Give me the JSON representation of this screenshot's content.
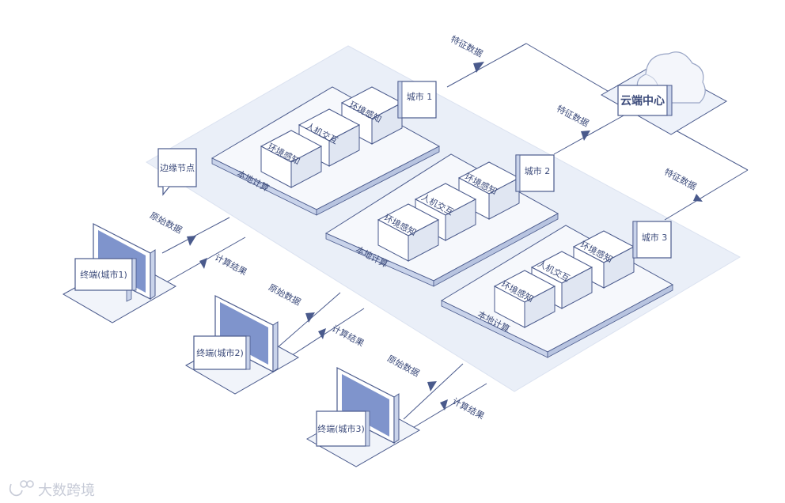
{
  "diagram": {
    "cloud": {
      "label": "云端中心"
    },
    "edge_node": {
      "label": "边缘节点"
    },
    "cities": [
      {
        "tag": "城市 1",
        "base": "本地计算",
        "modules": [
          "环境感知",
          "人机交互",
          "环境感知"
        ]
      },
      {
        "tag": "城市 2",
        "base": "本地计算",
        "modules": [
          "环境感知",
          "人机交互",
          "环境感知"
        ]
      },
      {
        "tag": "城市 3",
        "base": "本地计算",
        "modules": [
          "环境感知",
          "人机交互",
          "环境感知"
        ]
      }
    ],
    "terminals": [
      {
        "label": "终端(城市1)"
      },
      {
        "label": "终端(城市2)"
      },
      {
        "label": "终端(城市3)"
      }
    ],
    "flows": {
      "feature_data": "特征数据",
      "raw_data": "原始数据",
      "result": "计算结果"
    },
    "colors": {
      "line": "#4a5a8c",
      "panel": "#e9eef8",
      "block_top": "#ffffff",
      "block_side": "#e0e6f2",
      "screen": "#7f94cc",
      "base_band": "#c9d3ea"
    }
  },
  "watermark": {
    "text": "大数跨境"
  }
}
